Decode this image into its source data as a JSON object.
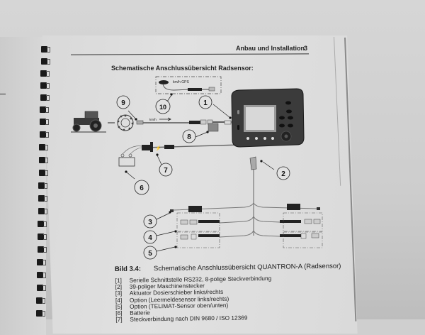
{
  "page": {
    "header_title": "Anbau und Installation",
    "page_number": "3",
    "section_title": "Schematische Anschlussübersicht Radsensor:"
  },
  "diagram": {
    "labels": {
      "gps_box": "km/h GPS",
      "speed_arrow": "km/h"
    },
    "callouts": [
      "1",
      "2",
      "3",
      "4",
      "5",
      "6",
      "7",
      "8",
      "9",
      "10"
    ]
  },
  "figure": {
    "label": "Bild 3.4:",
    "caption": "Schematische Anschlussübersicht QUANTRON-A (Radsensor)"
  },
  "legend": [
    {
      "num": "[1]",
      "text": "Serielle Schnittstelle RS232, 8-polige Steckverbindung"
    },
    {
      "num": "[2]",
      "text": "39-poliger Maschinenstecker"
    },
    {
      "num": "[3]",
      "text": "Aktuator Dosierschieber links/rechts"
    },
    {
      "num": "[4]",
      "text": "Option (Leermeldesensor links/rechts)"
    },
    {
      "num": "[5]",
      "text": "Option (TELIMAT-Sensor oben/unten)"
    },
    {
      "num": "[6]",
      "text": "Batterie"
    },
    {
      "num": "[7]",
      "text": "Steckverbindung nach DIN 9680 / ISO 12369"
    }
  ]
}
